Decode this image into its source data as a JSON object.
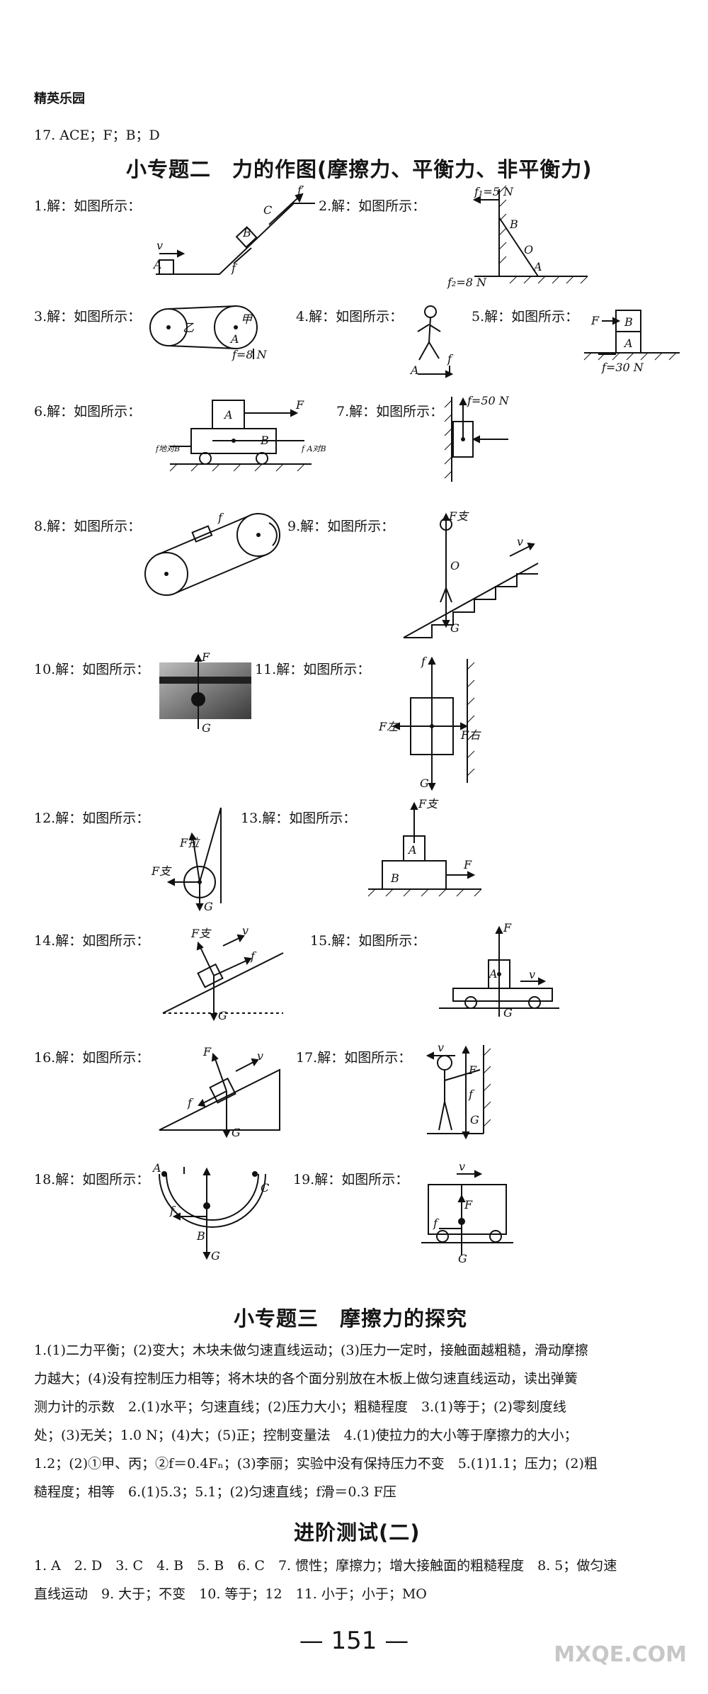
{
  "header": {
    "label": "精英乐园"
  },
  "q17_prev": "17. ACE；F；B；D",
  "section2": {
    "title": "小专题二　力的作图(摩擦力、平衡力、非平衡力)",
    "items": [
      {
        "num": "1.",
        "text": "解：如图所示："
      },
      {
        "num": "2.",
        "text": "解：如图所示："
      },
      {
        "num": "3.",
        "text": "解：如图所示："
      },
      {
        "num": "4.",
        "text": "解：如图所示："
      },
      {
        "num": "5.",
        "text": "解：如图所示："
      },
      {
        "num": "6.",
        "text": "解：如图所示："
      },
      {
        "num": "7.",
        "text": "解：如图所示："
      },
      {
        "num": "8.",
        "text": "解：如图所示："
      },
      {
        "num": "9.",
        "text": "解：如图所示："
      },
      {
        "num": "10.",
        "text": "解：如图所示："
      },
      {
        "num": "11.",
        "text": "解：如图所示："
      },
      {
        "num": "12.",
        "text": "解：如图所示："
      },
      {
        "num": "13.",
        "text": "解：如图所示："
      },
      {
        "num": "14.",
        "text": "解：如图所示："
      },
      {
        "num": "15.",
        "text": "解：如图所示："
      },
      {
        "num": "16.",
        "text": "解：如图所示："
      },
      {
        "num": "17.",
        "text": "解：如图所示："
      },
      {
        "num": "18.",
        "text": "解：如图所示："
      },
      {
        "num": "19.",
        "text": "解：如图所示："
      }
    ],
    "labels": {
      "d1": [
        "v",
        "A",
        "B",
        "C",
        "f",
        "f′"
      ],
      "d2": [
        "f₁=5 N",
        "B",
        "O",
        "A",
        "f₂=8 N"
      ],
      "d3": [
        "乙",
        "甲",
        "A",
        "f=8 N"
      ],
      "d4": [
        "A",
        "f"
      ],
      "d5": [
        "F",
        "B",
        "A",
        "f=30 N"
      ],
      "d6": [
        "A",
        "F",
        "B",
        "f地对B",
        "f A对B"
      ],
      "d7": [
        "f=50 N"
      ],
      "d8": [
        "f"
      ],
      "d9": [
        "F支",
        "O",
        "v",
        "G"
      ],
      "d10": [
        "F",
        "G"
      ],
      "d11": [
        "f",
        "F左",
        "F右",
        "G"
      ],
      "d12": [
        "F拉",
        "F支",
        "G"
      ],
      "d13": [
        "F支",
        "A",
        "B",
        "F"
      ],
      "d14": [
        "F支",
        "v",
        "f",
        "G"
      ],
      "d15": [
        "F",
        "A",
        "v",
        "G"
      ],
      "d16": [
        "F",
        "v",
        "f",
        "G"
      ],
      "d17": [
        "v",
        "F",
        "f",
        "G"
      ],
      "d18": [
        "A",
        "C",
        "f",
        "B",
        "G"
      ],
      "d19": [
        "v",
        "F",
        "f",
        "G"
      ]
    }
  },
  "section3": {
    "title": "小专题三　摩擦力的探究",
    "lines": [
      "1.(1)二力平衡；(2)变大；木块未做匀速直线运动；(3)压力一定时，接触面越粗糙，滑动摩擦",
      "力越大；(4)没有控制压力相等；将木块的各个面分别放在木板上做匀速直线运动，读出弹簧",
      "测力计的示数　2.(1)水平；匀速直线；(2)压力大小；粗糙程度　3.(1)等于；(2)零刻度线",
      "处；(3)无关；1.0 N；(4)大；(5)正；控制变量法　4.(1)使拉力的大小等于摩擦力的大小；",
      "1.2；(2)①甲、丙；②f＝0.4Fₙ；(3)李丽；实验中没有保持压力不变　5.(1)1.1；压力；(2)粗",
      "糙程度；相等　6.(1)5.3；5.1；(2)匀速直线；f滑＝0.3 F压"
    ]
  },
  "section4": {
    "title": "进阶测试(二)",
    "lines": [
      "1. A　2. D　3. C　4. B　5. B　6. C　7. 惯性；摩擦力；增大接触面的粗糙程度　8. 5；做匀速",
      "直线运动　9. 大于；不变　10. 等于；12　11. 小于；小于；MO"
    ]
  },
  "page_number": "— 151 —",
  "watermark": "MXQE.COM"
}
